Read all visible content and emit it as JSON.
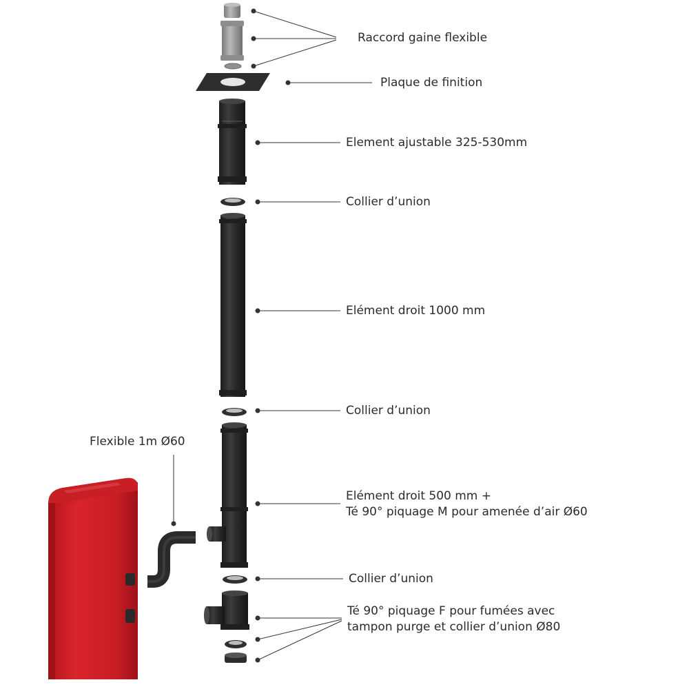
{
  "labels": {
    "raccord": "Raccord gaine flexible",
    "plaque": "Plaque de finition",
    "ajustable": "Element ajustable 325-530mm",
    "collier1": "Collier d’union",
    "droit1000": "Elément droit 1000 mm",
    "collier2": "Collier d’union",
    "droit500_line1": "Elément droit 500 mm +",
    "droit500_line2": "Té 90° piquage M pour amenée d’air Ø60",
    "collier3": "Collier d’union",
    "te_line1": "Té 90° piquage F pour fumées avec",
    "te_line2": "tampon purge et collier d’union Ø80",
    "flexible": "Flexible 1m Ø60"
  },
  "colors": {
    "pipe": "#2a2a2a",
    "pipe_light": "#4a4a4a",
    "grey_part": "#9a9a9a",
    "stove": "#d11f26",
    "stove_dark": "#a8161c",
    "leader": "#333333",
    "text": "#2b2b2b"
  }
}
